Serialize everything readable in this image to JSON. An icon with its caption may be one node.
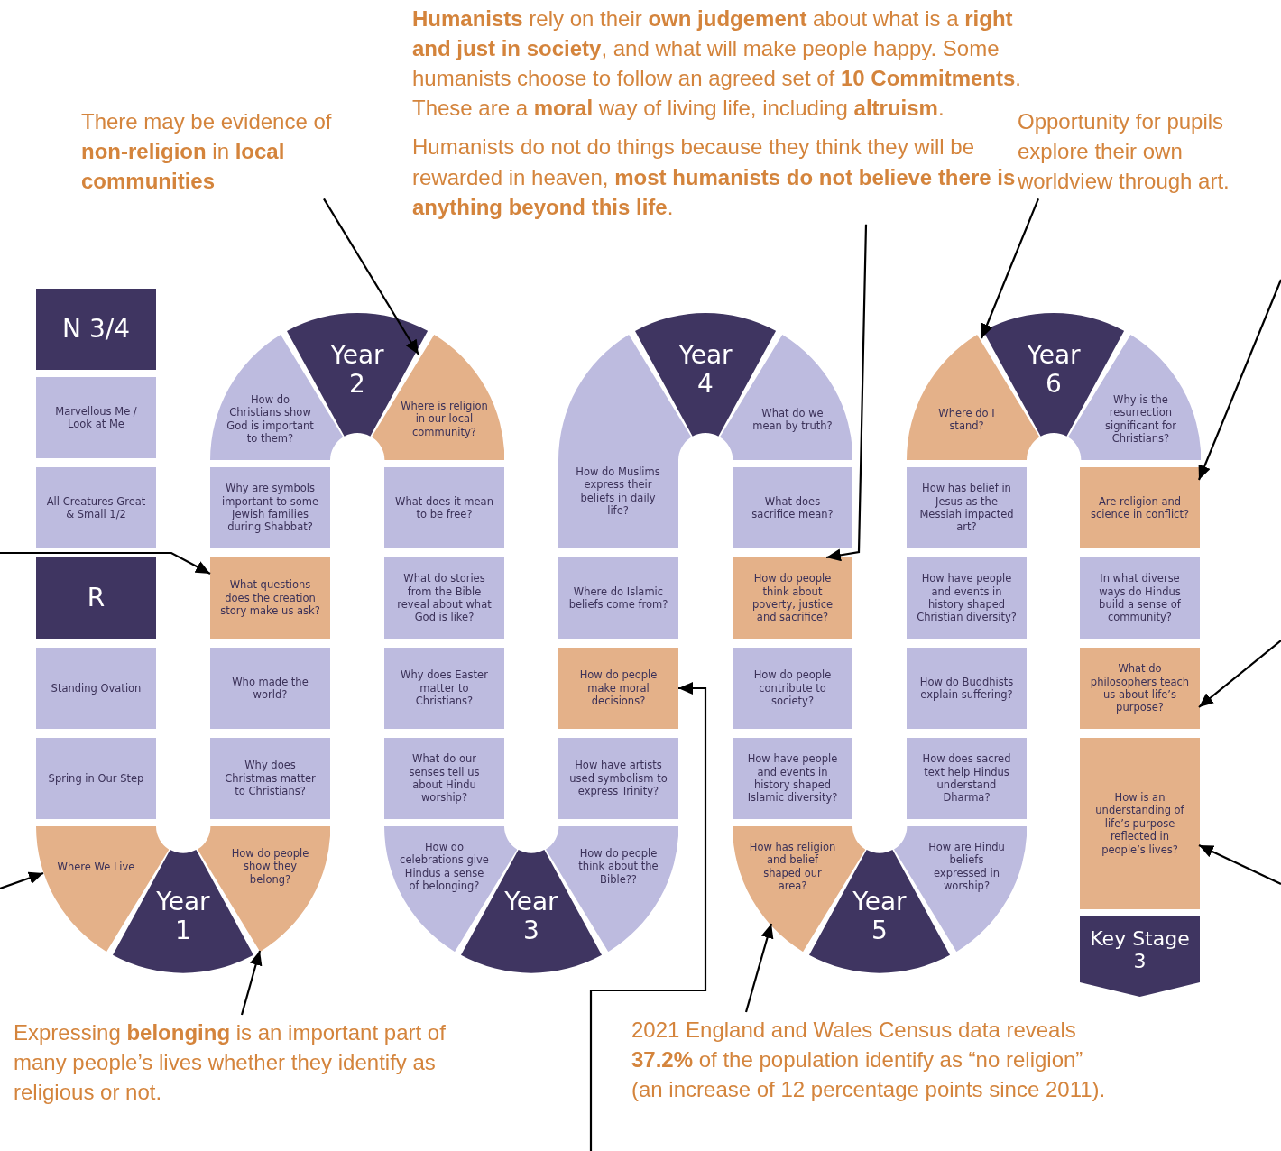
{
  "diagram": {
    "nodes": [
      {
        "text": [
          "N 3/4"
        ]
      },
      {
        "text": [
          "Marvellous Me / Look at Me"
        ]
      },
      {
        "text": [
          "All Creatures Great & Small 1/2"
        ]
      },
      {
        "text": [
          "R"
        ]
      },
      {
        "text": [
          "Standing Ovation"
        ]
      },
      {
        "text": [
          "Spring in Our Step"
        ]
      },
      {
        "text": [
          "Where We Live"
        ]
      },
      {
        "text": [
          "Year 1"
        ]
      },
      {
        "text": [
          "How do people show they belong?"
        ]
      },
      {
        "text": [
          "Why does Christmas matter to Christians?"
        ]
      },
      {
        "text": [
          "Who made the world?"
        ]
      },
      {
        "text": [
          "What questions does the creation story make us ask?"
        ]
      },
      {
        "text": [
          "Why are symbols important to some Jewish families during Shabbat?"
        ]
      },
      {
        "text": [
          "How do Christians show God is important to them?"
        ]
      },
      {
        "text": [
          "Year 2"
        ]
      },
      {
        "text": [
          "Where is religion in our local community?"
        ]
      },
      {
        "text": [
          "What does it mean to be free?"
        ]
      },
      {
        "text": [
          "What do stories from the Bible reveal about what God is like?"
        ]
      },
      {
        "text": [
          "Why does Easter matter to Christians?"
        ]
      },
      {
        "text": [
          "What do our senses tell us about Hindu worship?"
        ]
      },
      {
        "text": [
          "How do celebrations give Hindus a sense of belonging?"
        ]
      },
      {
        "text": [
          "Year 3"
        ]
      },
      {
        "text": [
          "How do people think about the Bible??"
        ]
      },
      {
        "text": [
          "How have artists used symbolism to express Trinity?"
        ]
      },
      {
        "text": [
          "How do people make moral decisions?"
        ]
      },
      {
        "text": [
          "Where do Islamic beliefs come from?"
        ]
      },
      {
        "text": [
          "How do Muslims express their beliefs in daily life?"
        ]
      },
      {
        "text": [
          "Year 4"
        ]
      },
      {
        "text": [
          "What do we mean by truth?"
        ]
      },
      {
        "text": [
          "What does sacrifice mean?"
        ]
      },
      {
        "text": [
          "How do people think about poverty, justice and sacrifice?"
        ]
      },
      {
        "text": [
          "How do people contribute to society?"
        ]
      },
      {
        "text": [
          "How have people and events in history shaped Islamic diversity?"
        ]
      },
      {
        "text": [
          "How has religion and belief shaped our area?"
        ]
      },
      {
        "text": [
          "Year 5"
        ]
      },
      {
        "text": [
          "How are Hindu beliefs expressed in worship?"
        ]
      },
      {
        "text": [
          "How does sacred text help Hindus understand Dharma?"
        ]
      },
      {
        "text": [
          "How do Buddhists explain suffering?"
        ]
      },
      {
        "text": [
          "How have people and events in history shaped Christian diversity?"
        ]
      },
      {
        "text": [
          "How has belief in Jesus as the Messiah impacted art?"
        ]
      },
      {
        "text": [
          "Where do I stand?"
        ]
      },
      {
        "text": [
          "Year 6"
        ]
      },
      {
        "text": [
          "Why is the resurrection significant for Christians?"
        ]
      },
      {
        "text": [
          "Are religion and science in conflict?"
        ]
      },
      {
        "text": [
          "In what diverse ways do Hindus build a sense of community?"
        ]
      },
      {
        "text": [
          "What do philosophers teach us about life’s purpose?"
        ]
      },
      {
        "text": [
          "How is an understanding of life’s purpose reflected in people’s lives?"
        ]
      },
      {
        "text": [
          "Key Stage 3"
        ]
      },
      {
        "text": [
          "There may be evidence of **non-religion** in **local communities**"
        ]
      },
      {
        "text": [
          "**Humanists** rely on their **own judgement** about what is a **right and just in society**, and what will make people happy. Some humanists choose to follow an agreed set of **10 Commitments**. These are a **moral** way of living life, including **altruism**.",
          "Humanists do not do things because they think they will be rewarded in heaven, **most humanists do not believe there is anything beyond this life**."
        ]
      },
      {
        "text": [
          "Opportunity for pupils explore their own worldview through art."
        ]
      },
      {
        "text": [
          "Expressing **belonging** is an important part of many people’s lives whether they identify as religious or not."
        ]
      },
      {
        "text": [
          "2021 England and Wales Census data reveals **37.2%** of the population identify as “no religion” (an increase of 12 percentage points since 2011)."
        ]
      }
    ],
    "edges": [
      {
        "from": 48,
        "to": 15,
        "arrow": "to"
      },
      {
        "from": 49,
        "to": 30,
        "arrow": "to"
      },
      {
        "from": 50,
        "to": 40,
        "arrow": "to"
      },
      {
        "from": null,
        "to": 43,
        "arrow": "to"
      },
      {
        "from": null,
        "to": 11,
        "arrow": "to"
      },
      {
        "from": null,
        "to": 6,
        "arrow": "to"
      },
      {
        "from": 51,
        "to": 8,
        "arrow": "to"
      },
      {
        "from": null,
        "to": 24,
        "arrow": "to"
      },
      {
        "from": 52,
        "to": 33,
        "arrow": "to"
      },
      {
        "from": null,
        "to": 45,
        "arrow": "to"
      },
      {
        "from": null,
        "to": 46,
        "arrow": "to"
      }
    ]
  }
}
